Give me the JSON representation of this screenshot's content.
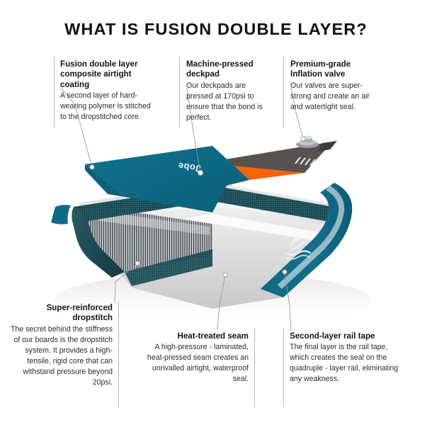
{
  "title": "WHAT IS FUSION DOUBLE LAYER?",
  "brand_text": "Jobe",
  "colors": {
    "teal": "#0d6e8c",
    "teal_dark": "#1d4f57",
    "orange": "#f4650a",
    "charcoal": "#55524f",
    "rule": "#b9b9b9",
    "background": "#ffffff",
    "heading": "#151515",
    "body": "#2c2c2c"
  },
  "callouts": {
    "coating": {
      "heading": "Fusion double layer composite airtight coating",
      "body": "A second layer of hard-wearing polymer is stitched to the dropstitched core."
    },
    "deckpad": {
      "heading": "Machine-pressed deckpad",
      "body": "Our deckpads are pressed at 170psi to ensure that the bond is perfect."
    },
    "valve": {
      "heading": "Premium-grade Inflation valve",
      "body": "Our valves are super-strong and create an air and watertight seal."
    },
    "dropstitch": {
      "heading": "Super-reinforced dropstitch",
      "body": "The secret behind the stiffness of our boards is the dropstitch system. It provides a high-tensile, rigid core that can withstand pressure beyond 20psi."
    },
    "seam": {
      "heading": "Heat-treated seam",
      "body": "A high-pressure - laminated, heat-pressed seam creates an unrivalled airtight, waterproof seal."
    },
    "railtape": {
      "heading": "Second-layer rail tape",
      "body": "The final layer is the rail tape, which creates the seal on the quadruple - layer rail, eliminating any weakness."
    }
  }
}
